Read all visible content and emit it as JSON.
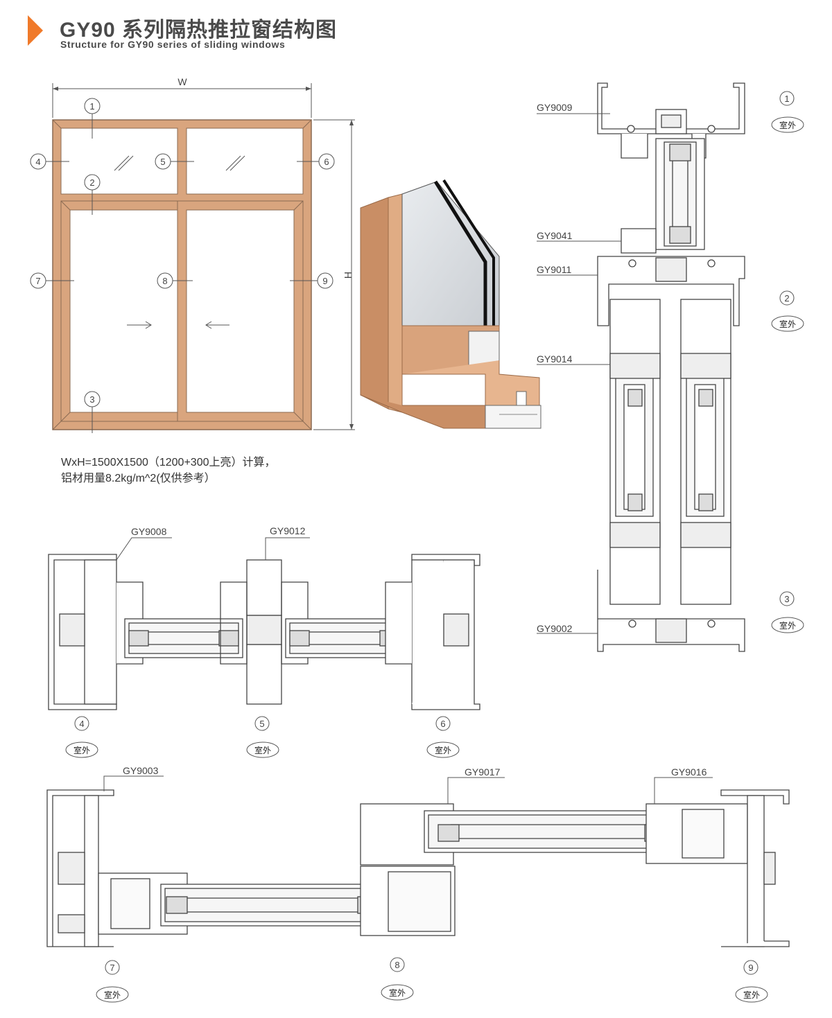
{
  "header": {
    "title": "GY90 系列隔热推拉窗结构图",
    "subtitle": "Structure for GY90 series of sliding windows",
    "accent_color": "#f07a2a"
  },
  "elevation": {
    "width_label": "W",
    "height_label": "H",
    "callouts": [
      "1",
      "2",
      "3",
      "4",
      "5",
      "6",
      "7",
      "8",
      "9"
    ],
    "frame_color": "#d9a57e",
    "arrow_left": "→",
    "arrow_right": "←"
  },
  "note": {
    "line1": "WxH=1500X1500（1200+300上亮）计算，",
    "line2": "铝材用量8.2kg/m^2(仅供参考）"
  },
  "profile_codes": {
    "top_frame": "GY9009",
    "transom_sash": "GY9041",
    "transom": "GY9011",
    "sash_vertical": "GY9014",
    "bottom_frame": "GY9002",
    "side_frame_upper": "GY9008",
    "mullion": "GY9012",
    "side_frame_lower": "GY9003",
    "interlock_a": "GY9017",
    "interlock_b": "GY9016"
  },
  "outside_label": "室外",
  "section_numbers": {
    "s1": "1",
    "s2": "2",
    "s3": "3",
    "s4": "4",
    "s5": "5",
    "s6": "6",
    "s7": "7",
    "s8": "8",
    "s9": "9"
  }
}
